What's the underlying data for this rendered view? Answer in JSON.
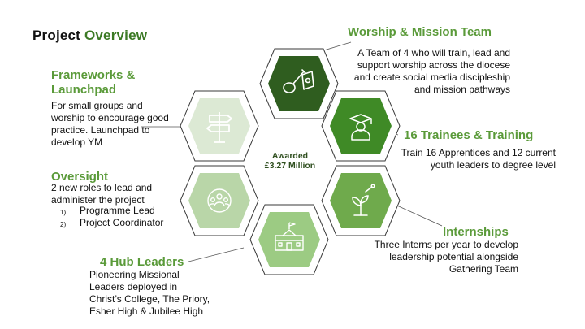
{
  "title": {
    "part1": "Project",
    "part2": "Overview"
  },
  "center": {
    "line1": "Awarded",
    "line2": "£3.27 Million"
  },
  "sections": {
    "worship": {
      "heading": "Worship & Mission Team",
      "lines": [
        "A Team of 4 who will train, lead and",
        "support worship across the diocese",
        "and create social media discipleship",
        "and mission pathways"
      ]
    },
    "frameworks": {
      "heading_line1": "Frameworks &",
      "heading_line2": "Launchpad",
      "lines": [
        "For small groups and",
        "worship to encourage good",
        "practice.  Launchpad to",
        "develop YM"
      ]
    },
    "trainees": {
      "heading": "16 Trainees & Training",
      "lines": [
        "Train 16 Apprentices and 12 current",
        "youth leaders to degree level"
      ]
    },
    "oversight": {
      "heading": "Oversight",
      "lines": [
        "2 new roles to lead and",
        "administer the project"
      ],
      "items": [
        {
          "num": "1)",
          "text": "Programme Lead"
        },
        {
          "num": "2)",
          "text": "Project Coordinator"
        }
      ]
    },
    "internships": {
      "heading": "Internships",
      "lines": [
        "Three Interns per year to develop",
        "leadership potential alongside",
        "Gathering Team"
      ]
    },
    "hub": {
      "heading": "4 Hub Leaders",
      "lines": [
        "Pioneering Missional",
        "Leaders deployed in",
        "Christ’s College, The Priory,",
        "Esher High & Jubilee High"
      ]
    }
  },
  "hexagons": [
    {
      "name": "worship",
      "icon": "guitar-map-icon",
      "fill": "#2f5d1f"
    },
    {
      "name": "frameworks",
      "icon": "signpost-icon",
      "fill": "#dce9d4"
    },
    {
      "name": "trainees",
      "icon": "graduate-icon",
      "fill": "#3f8a26"
    },
    {
      "name": "oversight",
      "icon": "group-icon",
      "fill": "#b9d6a8"
    },
    {
      "name": "internships",
      "icon": "seedling-icon",
      "fill": "#6faa4c"
    },
    {
      "name": "hub",
      "icon": "school-icon",
      "fill": "#9ccb83"
    }
  ]
}
